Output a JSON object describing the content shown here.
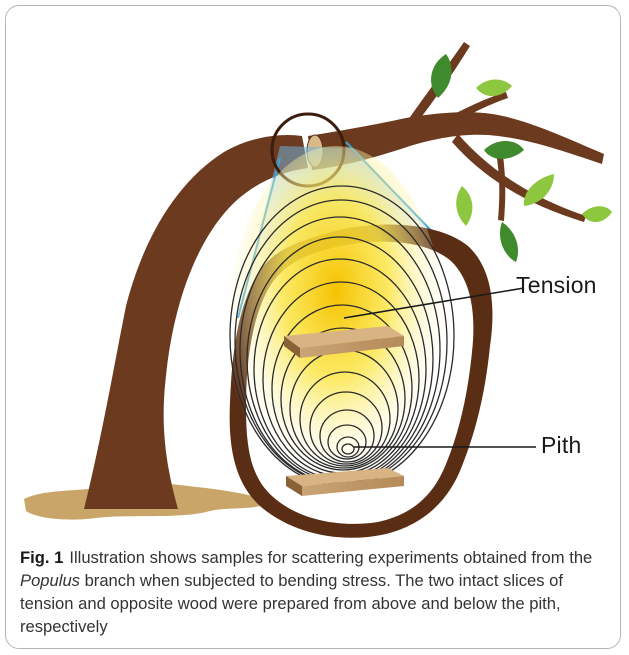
{
  "figure": {
    "label": "Fig. 1",
    "caption_part1": "Illustration shows samples for scattering experiments obtained from the ",
    "caption_italic": "Populus",
    "caption_part2": " branch when subjected to bending stress. The two intact slices of tension and opposite wood were prepared from above and below the pith, respectively"
  },
  "labels": {
    "tension": "Tension",
    "pith": "Pith"
  },
  "colors": {
    "trunk": "#6b3a1f",
    "bark": "#5a2e14",
    "ground": "#c9a56a",
    "rings": "#2b2b2b",
    "tension_glow": "#f5c400",
    "leaf_dark": "#3f8a2c",
    "leaf_light": "#8dc63f",
    "magnifier_lines": "#3aa6d8",
    "frame": "#b5b5b5"
  }
}
